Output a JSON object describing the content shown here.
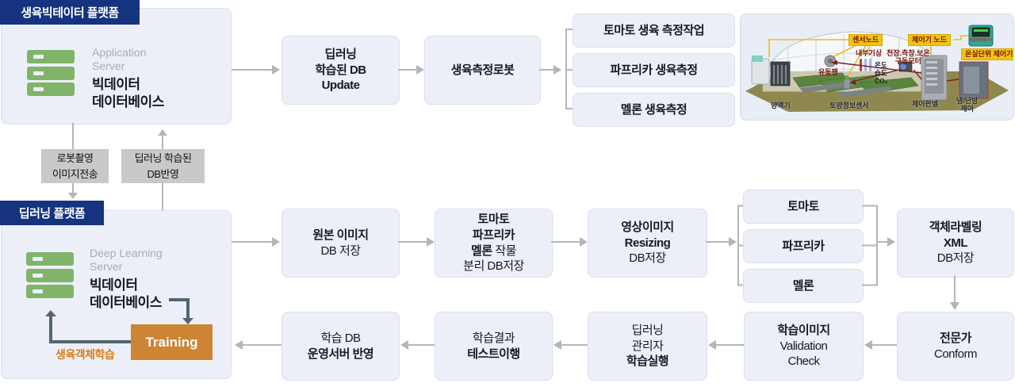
{
  "colors": {
    "navy": "#16337f",
    "box_bg": "#edeff8",
    "box_border": "#dbdfee",
    "server_green": "#7fb469",
    "training_orange": "#cd8434",
    "orange_text": "#d97c16",
    "gray_arrow": "#b2b5bd",
    "slate_arrow": "#53656f",
    "chip_gray": "#c9c9c9",
    "label_yellow": "#f2c313",
    "label_dark_red": "#7a1208"
  },
  "top_platform": {
    "tag": "생육빅테이터 플랫폼",
    "server_type": "Application Server",
    "server_name": [
      {
        "t": "빅데이터",
        "b": true
      },
      {
        "t": "데이터베이스",
        "b": true
      }
    ]
  },
  "flow_top": {
    "db_update": {
      "lines": [
        {
          "t": "딥러닝",
          "b": true
        },
        {
          "t": "학습된 DB",
          "b": true
        },
        {
          "t": "Update",
          "b": true
        }
      ]
    },
    "robot": {
      "lines": [
        {
          "t": "생육측정로봇",
          "b": true
        }
      ]
    },
    "tasks": [
      {
        "label": "토마토 생육 측정작업"
      },
      {
        "label": "파프리카 생육측정"
      },
      {
        "label": "멜론 생육측정"
      }
    ]
  },
  "transfer": {
    "down_lines": [
      "로봇촬영",
      "이미지전송"
    ],
    "up_lines": [
      "딥러닝 학습된",
      "DB반영"
    ]
  },
  "deep_platform": {
    "tag": "딥러닝 플랫폼",
    "server_type": "Deep Learning Server",
    "server_name": [
      {
        "t": "빅데이터",
        "b": true
      },
      {
        "t": "데이터베이스",
        "b": true
      }
    ],
    "training": "Training",
    "training_caption": "생육객체학습"
  },
  "flow_mid": {
    "original": {
      "lines": [
        {
          "t": "원본 이미지",
          "b": true
        },
        {
          "t": "DB 저장",
          "b": false
        }
      ]
    },
    "crop_split": {
      "lines": [
        {
          "t": "토마토",
          "b": true
        },
        {
          "t": "파프리카",
          "b": true
        },
        [
          {
            "t": "멜론 ",
            "b": true
          },
          {
            "t": "작물",
            "b": false
          }
        ],
        {
          "t": "분리 DB저장",
          "b": false
        }
      ]
    },
    "resizing": {
      "lines": [
        {
          "t": "영상이미지",
          "b": true
        },
        {
          "t": "Resizing",
          "b": true
        },
        {
          "t": "DB저장",
          "b": false
        }
      ]
    },
    "crops": [
      {
        "label": "토마토"
      },
      {
        "label": "파프리카"
      },
      {
        "label": "멜론"
      }
    ],
    "labeling": {
      "lines": [
        {
          "t": "객체라벨링",
          "b": true
        },
        {
          "t": "XML",
          "b": true
        },
        {
          "t": "DB저장",
          "b": false
        }
      ]
    }
  },
  "flow_bottom": {
    "deploy": {
      "lines": [
        {
          "t": "학습 DB",
          "b": false
        },
        {
          "t": "운영서버 반영",
          "b": true
        }
      ]
    },
    "test": {
      "lines": [
        {
          "t": "학습결과",
          "b": false
        },
        {
          "t": "테스트이행",
          "b": true
        }
      ]
    },
    "train_exec": {
      "lines": [
        {
          "t": "딥러닝",
          "b": false
        },
        {
          "t": "관리자",
          "b": false
        },
        {
          "t": "학습실행",
          "b": true
        }
      ]
    },
    "validation": {
      "lines": [
        {
          "t": "학습이미지",
          "b": true
        },
        {
          "t": "Validation",
          "b": false
        },
        {
          "t": "Check",
          "b": false
        }
      ]
    },
    "expert": {
      "lines": [
        {
          "t": "전문가",
          "b": true
        },
        {
          "t": "Conform",
          "b": false
        }
      ]
    }
  },
  "greenhouse": {
    "labels": {
      "sensor_node": "센서노드",
      "controller_node": "제어기 노드",
      "unit_controller": "온실단위 제어기",
      "inner_weather": "내부기상",
      "motor_lines": [
        "천장.측창.보온",
        "구동모터"
      ],
      "env_lines": [
        "온도",
        "습도",
        "CO₂"
      ],
      "fan": "유동팬",
      "nutrient": "양액기",
      "soil_sensor": "토양정보센서",
      "panel": "제어판넬",
      "hvac_lines": [
        "냉/난방",
        "제어"
      ],
      "device": "복합환경제어기"
    }
  }
}
